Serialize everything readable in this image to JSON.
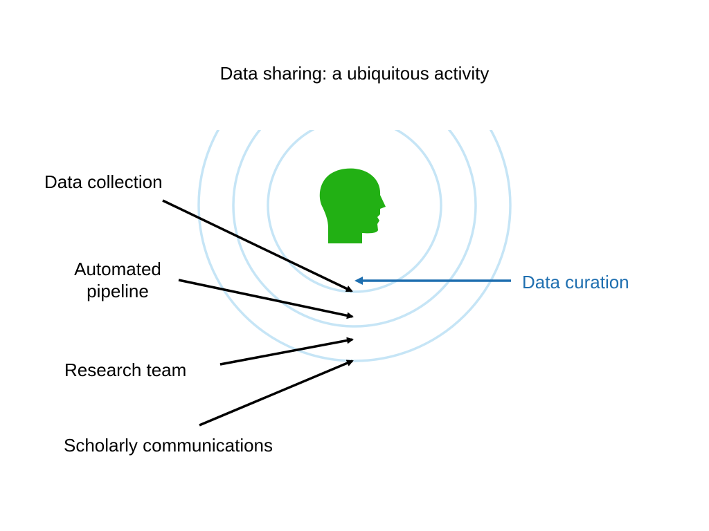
{
  "title": "Data sharing: a ubiquitous activity",
  "labels": {
    "data_collection": "Data collection",
    "automated_pipeline_line1": "Automated",
    "automated_pipeline_line2": "pipeline",
    "research_team": "Research team",
    "scholarly_communications": "Scholarly communications",
    "data_curation": "Data curation"
  },
  "colors": {
    "ring": "#c6e5f6",
    "head": "#22b014",
    "arrow": "#000000",
    "curation": "#1f6fb0"
  },
  "icons": {
    "head": "human-head-profile-icon"
  }
}
